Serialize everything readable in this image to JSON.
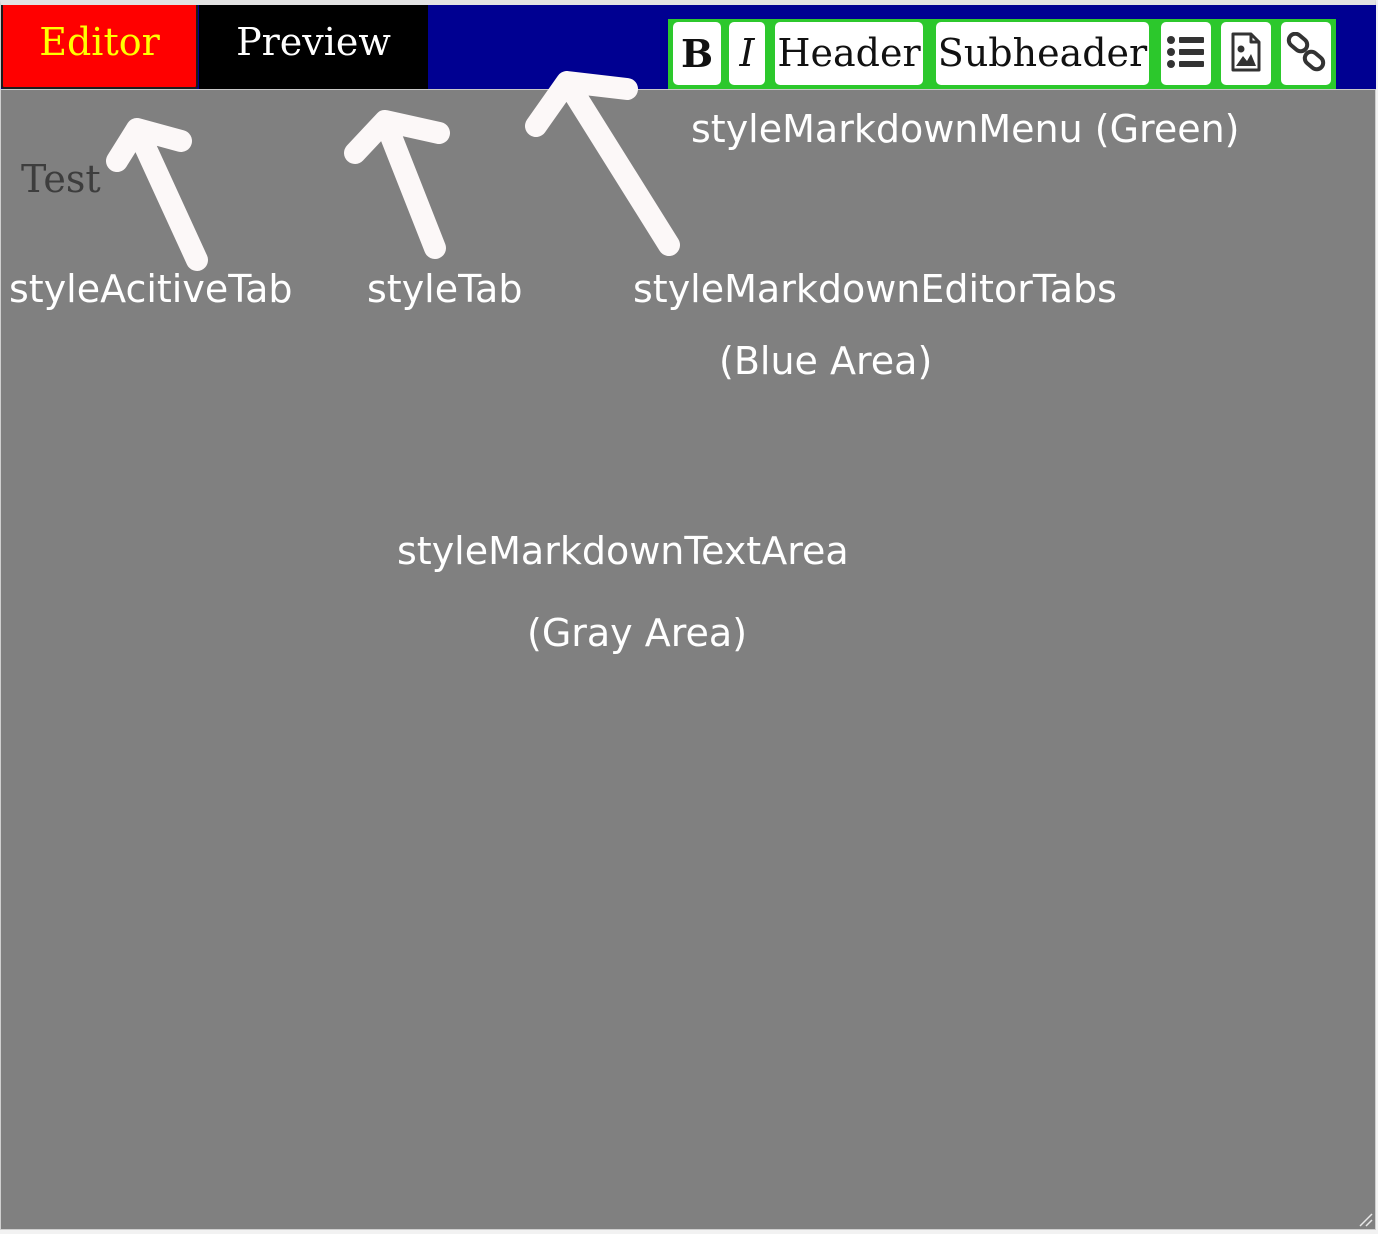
{
  "tabs": {
    "editor_label": "Editor",
    "preview_label": "Preview"
  },
  "menu": {
    "bold_label": "B",
    "italic_label": "I",
    "header_label": "Header",
    "subheader_label": "Subheader",
    "icons": [
      "list-icon",
      "image-icon",
      "link-icon"
    ]
  },
  "textarea": {
    "value": "Test"
  },
  "annotations": {
    "menu_label": "styleMarkdownMenu (Green)",
    "active_tab_label": "styleAcitiveTab",
    "tab_label": "styleTab",
    "editor_tabs_label": "styleMarkdownEditorTabs",
    "editor_tabs_area": "(Blue Area)",
    "textarea_label": "styleMarkdownTextArea",
    "textarea_area": "(Gray Area)"
  },
  "colors": {
    "tabs_bar": "#000091",
    "active_tab_bg": "#ff0000",
    "active_tab_text": "#ffff00",
    "tab_bg": "#000000",
    "tab_text": "#ffffff",
    "menu_bg": "#2cc82c",
    "textarea_bg": "#808080"
  }
}
